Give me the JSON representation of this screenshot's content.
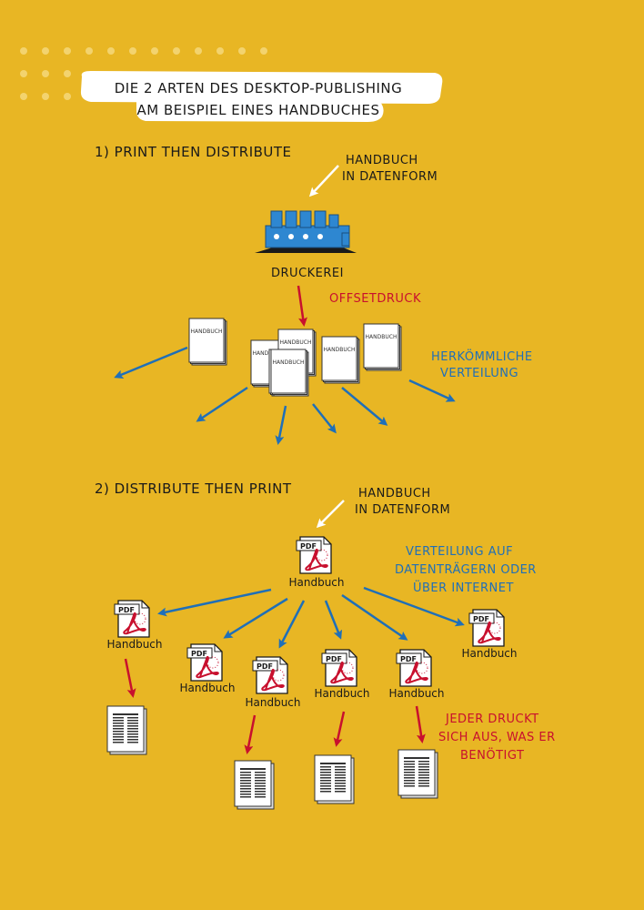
{
  "title": {
    "line1": "DIE 2 ARTEN DES DESKTOP-PUBLISHING",
    "line2": "AM BEISPIEL EINES HANDBUCHES"
  },
  "section1": {
    "heading": "1) PRINT THEN DISTRIBUTE",
    "source_line1": "HANDBUCH",
    "source_line2": "IN DATENFORM",
    "press_label": "DRUCKEREI",
    "offset_label": "OFFSETDRUCK",
    "dist_line1": "HERKÖMMLICHE",
    "dist_line2": "VERTEILUNG",
    "booklet_label": "HANDBUCH"
  },
  "section2": {
    "heading": "2) DISTRIBUTE THEN PRINT",
    "source_line1": "HANDBUCH",
    "source_line2": "IN DATENFORM",
    "pdf_tag": "PDF",
    "file_label": "Handbuch",
    "dist_line1": "VERTEILUNG AUF",
    "dist_line2": "DATENTRÄGERN ODER",
    "dist_line3": "ÜBER INTERNET",
    "print_line1": "JEDER DRUCKT",
    "print_line2": "SICH AUS, WAS ER",
    "print_line3": "BENÖTIGT"
  },
  "colors": {
    "background": "#e8b624",
    "arrow_blue": "#1f6fb8",
    "arrow_red": "#c8102e",
    "text": "#1a1a1a"
  }
}
